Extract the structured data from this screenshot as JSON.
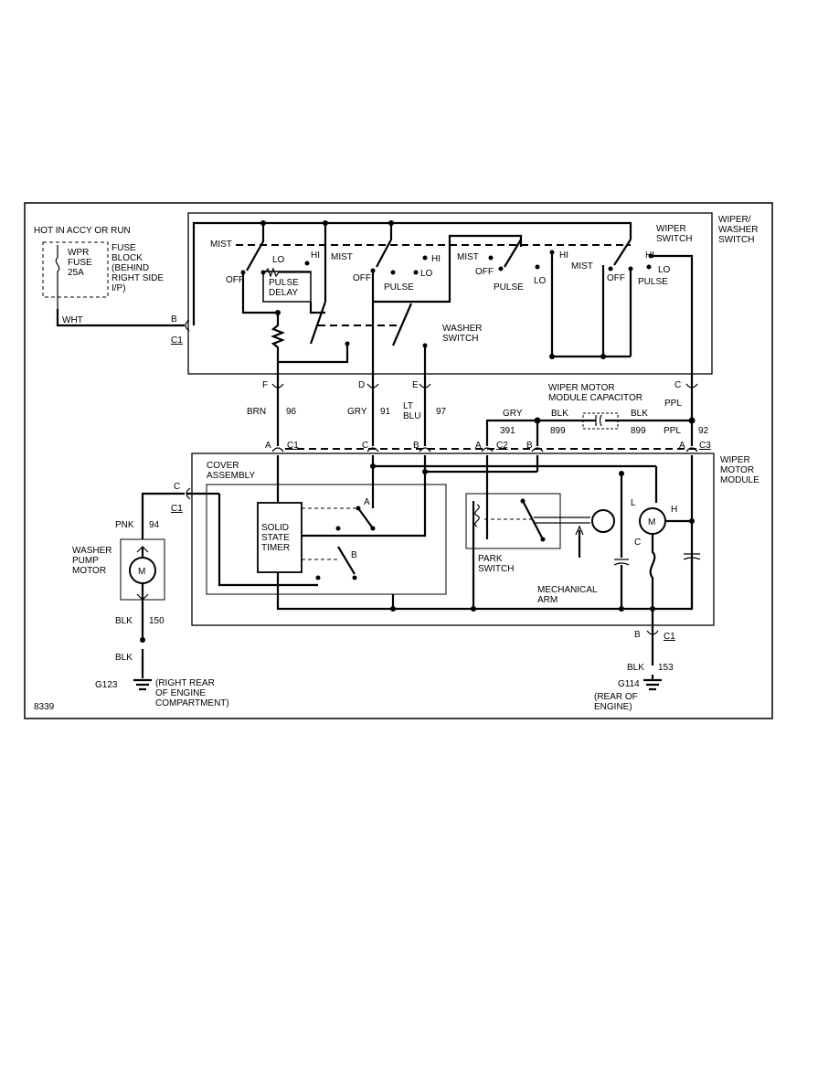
{
  "diagram_id": "8339",
  "supply": {
    "hot_label": "HOT IN ACCY OR RUN",
    "fuse_name": "WPR\nFUSE\n25A",
    "fuse_block": "FUSE\nBLOCK\n(BEHIND\nRIGHT SIDE\nI/P)",
    "wire_color": "WHT",
    "pin": "B",
    "connector": "C1"
  },
  "wiper_washer_switch": {
    "title": "WIPER/\nWASHER\nSWITCH",
    "wiper_switch_label": "WIPER\nSWITCH",
    "washer_switch_label": "WASHER\nSWITCH",
    "positions": {
      "mist": "MIST",
      "off": "OFF",
      "lo": "LO",
      "hi": "HI",
      "pulse": "PULSE",
      "pulse_delay": "PULSE\nDELAY"
    }
  },
  "circuits": [
    {
      "pin_top": "F",
      "pin_bottom": "A",
      "color": "BRN",
      "number": "96",
      "connector": "C1"
    },
    {
      "pin_top": "D",
      "pin_bottom": "C",
      "color": "GRY",
      "number": "91"
    },
    {
      "pin_top": "E",
      "pin_bottom": "B",
      "color": "LT\nBLU",
      "number": "97"
    },
    {
      "pin_bottom": "A",
      "color": "GRY",
      "number": "391",
      "connector": "C2"
    },
    {
      "pin_bottom": "B",
      "color": "BLK",
      "number": "899"
    },
    {
      "pin_top": "C",
      "pin_bottom": "A",
      "color": "PPL",
      "number": "92",
      "connector": "C3"
    }
  ],
  "capacitor": {
    "label": "WIPER MOTOR\nMODULE CAPACITOR",
    "left_wire": "BLK",
    "right_wire": "BLK",
    "right_number": "899"
  },
  "wiper_motor_module": {
    "title": "WIPER\nMOTOR\nMODULE",
    "cover_assembly": "COVER\nASSEMBLY",
    "timer": "SOLID\nSTATE\nTIMER",
    "relay_a": "A",
    "relay_b": "B",
    "park_switch": "PARK\nSWITCH",
    "mechanical_arm": "MECHANICAL\nARM",
    "motor_symbol": "M",
    "motor_l": "L",
    "motor_h": "H",
    "motor_c": "C"
  },
  "washer_pump": {
    "label": "WASHER\nPUMP\nMOTOR",
    "pin": "C",
    "connector": "C1",
    "wire_in_color": "PNK",
    "wire_in_number": "94",
    "wire_out_color": "BLK",
    "wire_out_number": "150",
    "ground_wire": "BLK",
    "ground": "G123",
    "ground_location": "(RIGHT REAR\nOF ENGINE\nCOMPARTMENT)"
  },
  "motor_ground": {
    "pin": "B",
    "connector": "C1",
    "wire_color": "BLK",
    "wire_number": "153",
    "ground": "G114",
    "ground_location": "(REAR OF\nENGINE)"
  }
}
